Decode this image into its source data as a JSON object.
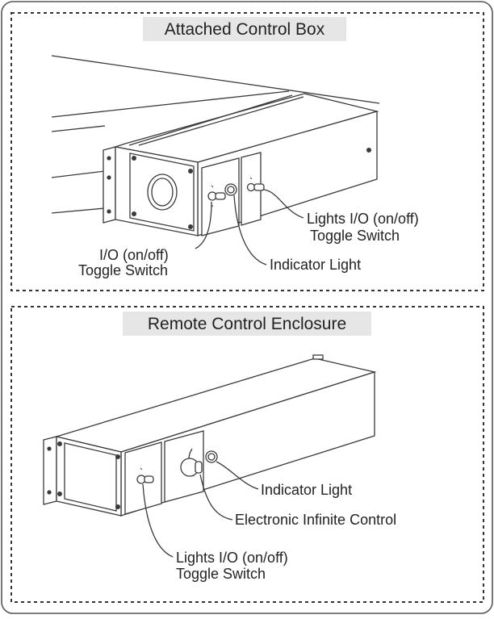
{
  "panels": [
    {
      "title": "Attached Control Box",
      "callouts": [
        {
          "line1": "Lights I/O (on/off)",
          "line2": "Toggle Switch"
        },
        {
          "line1": "I/O (on/off)",
          "line2": "Toggle Switch"
        },
        {
          "line1": "Indicator Light",
          "line2": ""
        }
      ]
    },
    {
      "title": "Remote Control Enclosure",
      "callouts": [
        {
          "line1": "Indicator Light",
          "line2": ""
        },
        {
          "line1": "Electronic Infinite Control",
          "line2": ""
        },
        {
          "line1": "Lights I/O (on/off)",
          "line2": "Toggle Switch"
        }
      ]
    }
  ],
  "colors": {
    "line": "#3a3a3a",
    "title_bg": "#e6e6e6",
    "frame": "#555555",
    "text": "#222222"
  }
}
